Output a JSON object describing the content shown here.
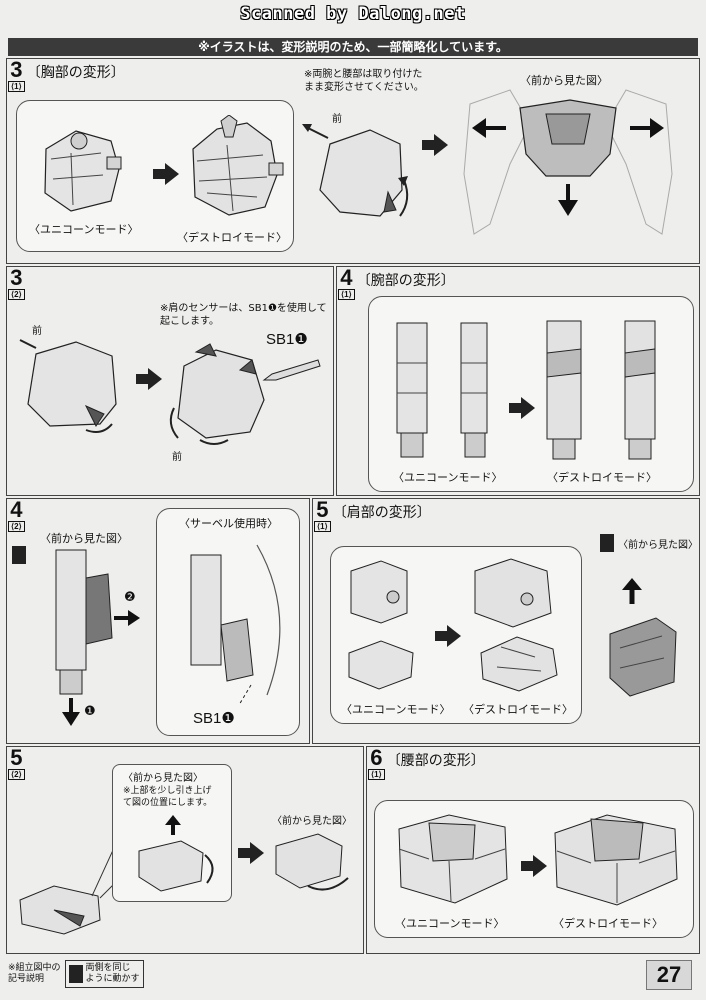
{
  "watermark": "Scanned by Dalong.net",
  "banner": "※イラストは、変形説明のため、一部簡略化しています。",
  "steps": {
    "s3_1": {
      "num": "3",
      "sub": "⟨1⟩",
      "title": "〔胸部の変形〕"
    },
    "s3_2": {
      "num": "3",
      "sub": "⟨2⟩"
    },
    "s4_1": {
      "num": "4",
      "sub": "⟨1⟩",
      "title": "〔腕部の変形〕"
    },
    "s4_2": {
      "num": "4",
      "sub": "⟨2⟩"
    },
    "s5_1": {
      "num": "5",
      "sub": "⟨1⟩",
      "title": "〔肩部の変形〕"
    },
    "s5_2": {
      "num": "5",
      "sub": "⟨2⟩"
    },
    "s6_1": {
      "num": "6",
      "sub": "⟨1⟩",
      "title": "〔腰部の変形〕"
    }
  },
  "captions": {
    "unicorn_mode": "〈ユニコーンモード〉",
    "destroy_mode": "〈デストロイモード〉",
    "front_view": "〈前から見た図〉",
    "saber_use": "〈サーベル使用時〉",
    "front": "前"
  },
  "notes": {
    "arms_waist": "※両腕と腰部は取り付けた\nまま変形させてください。",
    "shoulder_sensor": "※肩のセンサーは、SB1❶を使用して\n起こします。",
    "pull_up": "※上部を少し引き上げ\nて図の位置にします。"
  },
  "sb_label": "SB1❶",
  "numbers": {
    "n1": "❶",
    "n2": "❷"
  },
  "legend": {
    "title": "※組立図中の\n記号説明",
    "desc": "両側を同じ\nように動かす"
  },
  "page_number": "27"
}
